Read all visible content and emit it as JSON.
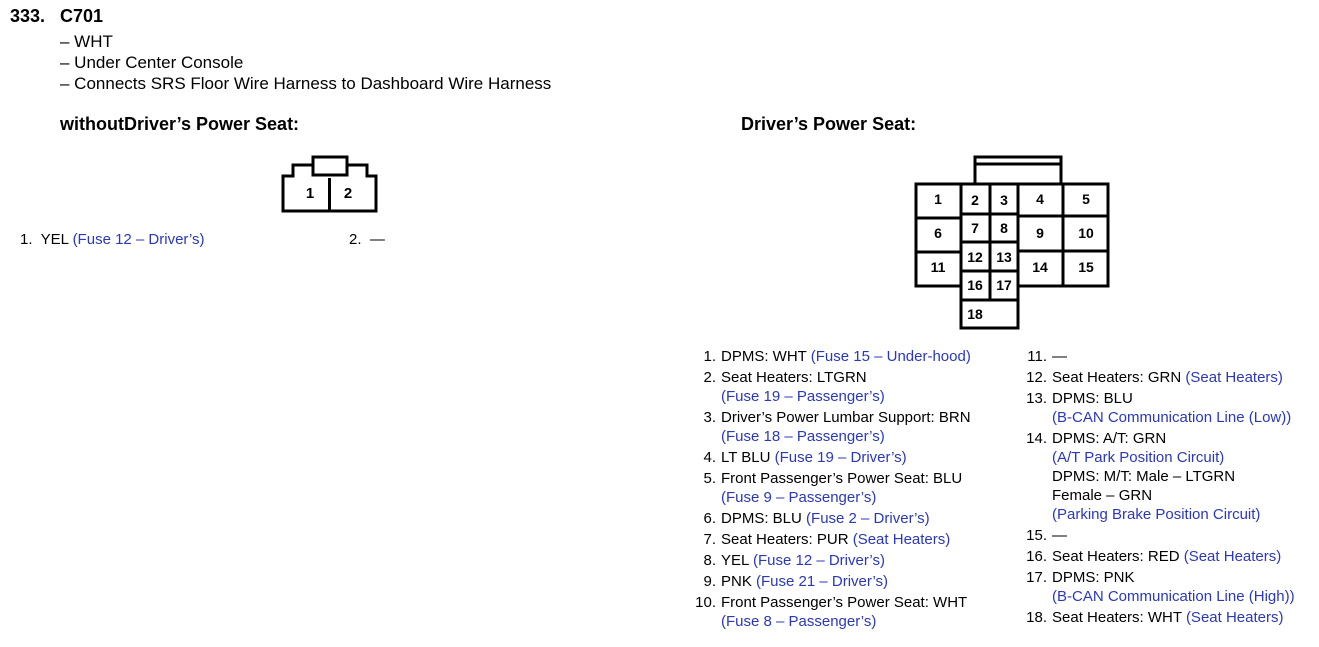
{
  "header": {
    "number": "333.",
    "code": "C701",
    "details": [
      "– WHT",
      "– Under Center Console",
      "– Connects SRS Floor Wire Harness to Dashboard Wire Harness"
    ]
  },
  "left": {
    "title": "withoutDriver’s Power Seat:",
    "connector_labels": [
      "1",
      "2"
    ],
    "pins": [
      {
        "num": "1.",
        "text": "YEL ",
        "note": "(Fuse 12 – Driver’s)"
      },
      {
        "num": "2.",
        "text": "—",
        "note": ""
      }
    ]
  },
  "right": {
    "title": "Driver’s Power Seat:",
    "connector_labels": [
      "1",
      "2",
      "3",
      "4",
      "5",
      "6",
      "7",
      "8",
      "9",
      "10",
      "11",
      "12",
      "13",
      "14",
      "15",
      "16",
      "17",
      "18"
    ],
    "pins_col1": [
      {
        "num": "1.",
        "lines": [
          {
            "text": "DPMS: WHT ",
            "note": "(Fuse 15 – Under-hood)"
          }
        ]
      },
      {
        "num": "2.",
        "lines": [
          {
            "text": "Seat Heaters: LTGRN",
            "note": ""
          },
          {
            "text": "",
            "note": "(Fuse 19 – Passenger’s)"
          }
        ]
      },
      {
        "num": "3.",
        "lines": [
          {
            "text": "Driver’s Power Lumbar Support: BRN",
            "note": ""
          },
          {
            "text": "",
            "note": "(Fuse 18 – Passenger’s)"
          }
        ]
      },
      {
        "num": "4.",
        "lines": [
          {
            "text": "LT BLU ",
            "note": "(Fuse 19 – Driver’s)"
          }
        ]
      },
      {
        "num": "5.",
        "lines": [
          {
            "text": "Front Passenger’s Power Seat: BLU",
            "note": ""
          },
          {
            "text": "",
            "note": "(Fuse 9 – Passenger’s)"
          }
        ]
      },
      {
        "num": "6.",
        "lines": [
          {
            "text": "DPMS: BLU ",
            "note": "(Fuse 2 – Driver’s)"
          }
        ]
      },
      {
        "num": "7.",
        "lines": [
          {
            "text": "Seat Heaters: PUR ",
            "note": "(Seat Heaters)"
          }
        ]
      },
      {
        "num": "8.",
        "lines": [
          {
            "text": "YEL ",
            "note": "(Fuse 12 – Driver’s)"
          }
        ]
      },
      {
        "num": "9.",
        "lines": [
          {
            "text": "PNK ",
            "note": "(Fuse 21 – Driver’s)"
          }
        ]
      },
      {
        "num": "10.",
        "lines": [
          {
            "text": "Front Passenger’s Power Seat: WHT",
            "note": ""
          },
          {
            "text": "",
            "note": "(Fuse 8 – Passenger’s)"
          }
        ]
      }
    ],
    "pins_col2": [
      {
        "num": "11.",
        "lines": [
          {
            "text": "—",
            "note": ""
          }
        ]
      },
      {
        "num": "12.",
        "lines": [
          {
            "text": "Seat Heaters: GRN ",
            "note": "(Seat Heaters)"
          }
        ]
      },
      {
        "num": "13.",
        "lines": [
          {
            "text": "DPMS: BLU",
            "note": ""
          },
          {
            "text": "",
            "note": "(B-CAN Communication Line (Low))"
          }
        ]
      },
      {
        "num": "14.",
        "lines": [
          {
            "text": "DPMS: A/T: GRN",
            "note": ""
          },
          {
            "text": "",
            "note": "(A/T Park Position Circuit)"
          },
          {
            "text": "DPMS: M/T: Male – LTGRN",
            "note": ""
          },
          {
            "text": "Female – GRN",
            "note": ""
          },
          {
            "text": "",
            "note": "(Parking Brake Position Circuit)"
          }
        ]
      },
      {
        "num": "15.",
        "lines": [
          {
            "text": "—",
            "note": ""
          }
        ]
      },
      {
        "num": "16.",
        "lines": [
          {
            "text": "Seat Heaters: RED ",
            "note": "(Seat Heaters)"
          }
        ]
      },
      {
        "num": "17.",
        "lines": [
          {
            "text": "DPMS: PNK",
            "note": ""
          },
          {
            "text": "",
            "note": "(B-CAN Communication Line (High))"
          }
        ]
      },
      {
        "num": "18.",
        "lines": [
          {
            "text": "Seat Heaters: WHT ",
            "note": "(Seat Heaters)"
          }
        ]
      }
    ]
  }
}
